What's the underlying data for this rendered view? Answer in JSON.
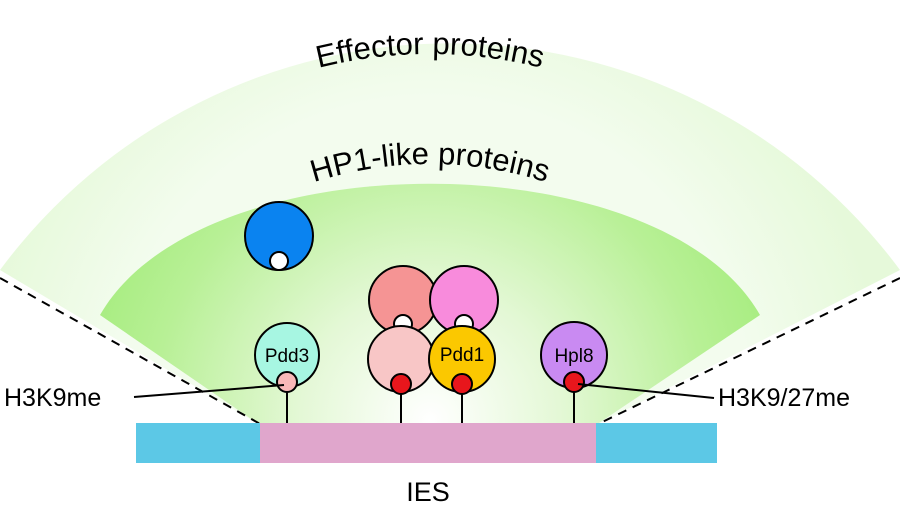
{
  "labels": {
    "effector": "Effector proteins",
    "hp1": "HP1-like proteins",
    "left_mark": "H3K9me",
    "right_mark": "H3K9/27me",
    "ies": "IES"
  },
  "proteins": {
    "pdd3": "Pdd3",
    "pdd1": "Pdd1",
    "hpl8": "Hpl8"
  },
  "colors": {
    "outer_zone": "#edfae4",
    "inner_zone": "#a7ee7f",
    "blue_protein": "#0a83f0",
    "salmon_protein": "#f59494",
    "magenta_protein": "#f88bdc",
    "pink_protein": "#f8c6c6",
    "pdd3": "#a7f6e2",
    "pdd1": "#fbc800",
    "hpl8": "#c98af2",
    "methyl_mark": "#e8161c",
    "methyl_mark_light": "#f8b8b8",
    "dna_flank": "#5cc8e6",
    "dna_ies": "#e0a6cc"
  }
}
